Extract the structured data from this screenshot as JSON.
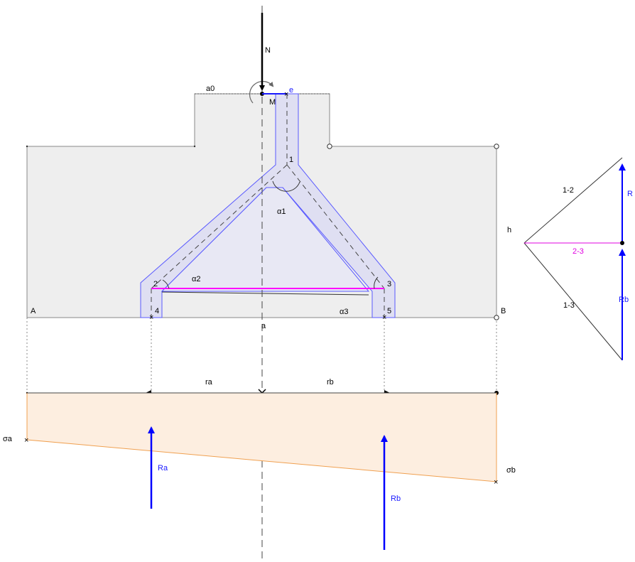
{
  "labels": {
    "N": "N",
    "M": "M",
    "e": "e",
    "a0": "a0",
    "h": "h",
    "a": "a",
    "A": "A",
    "B": "B",
    "node1": "1",
    "node2": "2",
    "node3": "3",
    "node4": "4",
    "node5": "5",
    "alpha1": "α1",
    "alpha2": "α2",
    "alpha3": "α3",
    "ra": "ra",
    "rb": "rb",
    "sigma_a": "σa",
    "sigma_b": "σb",
    "Ra": "Ra",
    "Rb_below": "Rb",
    "force_1_2": "1-2",
    "force_2_3": "2-3",
    "force_1_3": "1-3",
    "R": "R",
    "Rb_polygon": "Rb"
  },
  "colors": {
    "footing_fill": "#eeeeee",
    "strut_fill": "#dcdcf2",
    "strut_stroke": "#5a5aff",
    "tie": "#ff00ff",
    "reaction": "#0000ff",
    "pressure_fill": "#fdeee0",
    "pressure_stroke": "#f0a050"
  }
}
